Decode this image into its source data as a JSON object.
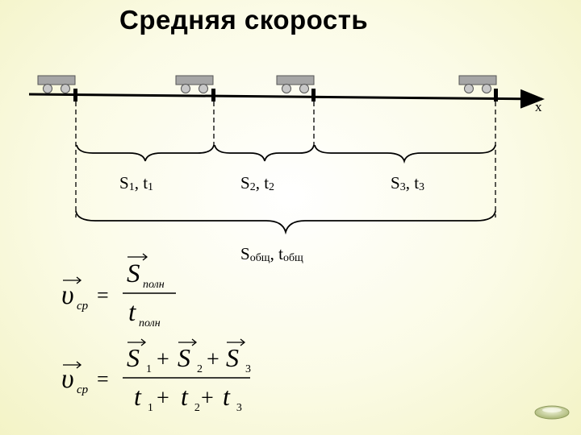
{
  "title": "Средняя скорость",
  "axis_label": "x",
  "segments": [
    {
      "s": "S",
      "s_sub": "1",
      "t": "t",
      "t_sub": "1"
    },
    {
      "s": "S",
      "s_sub": "2",
      "t": "t",
      "t_sub": "2"
    },
    {
      "s": "S",
      "s_sub": "3",
      "t": "t",
      "t_sub": "3"
    }
  ],
  "total": {
    "s": "S",
    "s_sub": "общ",
    "t": "t",
    "t_sub": "общ"
  },
  "formula1": {
    "lhs": "υ",
    "lhs_sub": "ср",
    "eq": "=",
    "num": "S",
    "num_sub": "полн",
    "den": "t",
    "den_sub": "полн"
  },
  "formula2": {
    "lhs": "υ",
    "lhs_sub": "ср",
    "eq": "=",
    "num_terms": [
      {
        "v": "S",
        "sub": "1"
      },
      {
        "v": "S",
        "sub": "2"
      },
      {
        "v": "S",
        "sub": "3"
      }
    ],
    "den_terms": [
      {
        "v": "t",
        "sub": "1"
      },
      {
        "v": "t",
        "sub": "2"
      },
      {
        "v": "t",
        "sub": "3"
      }
    ],
    "plus": "+"
  },
  "colors": {
    "line": "#000000",
    "cart_body": "#a6a6a6",
    "wheel": "#c8c8c8",
    "nav_button": "#c9d39a"
  },
  "icons": {
    "nav": "oval-nav-button-icon"
  }
}
